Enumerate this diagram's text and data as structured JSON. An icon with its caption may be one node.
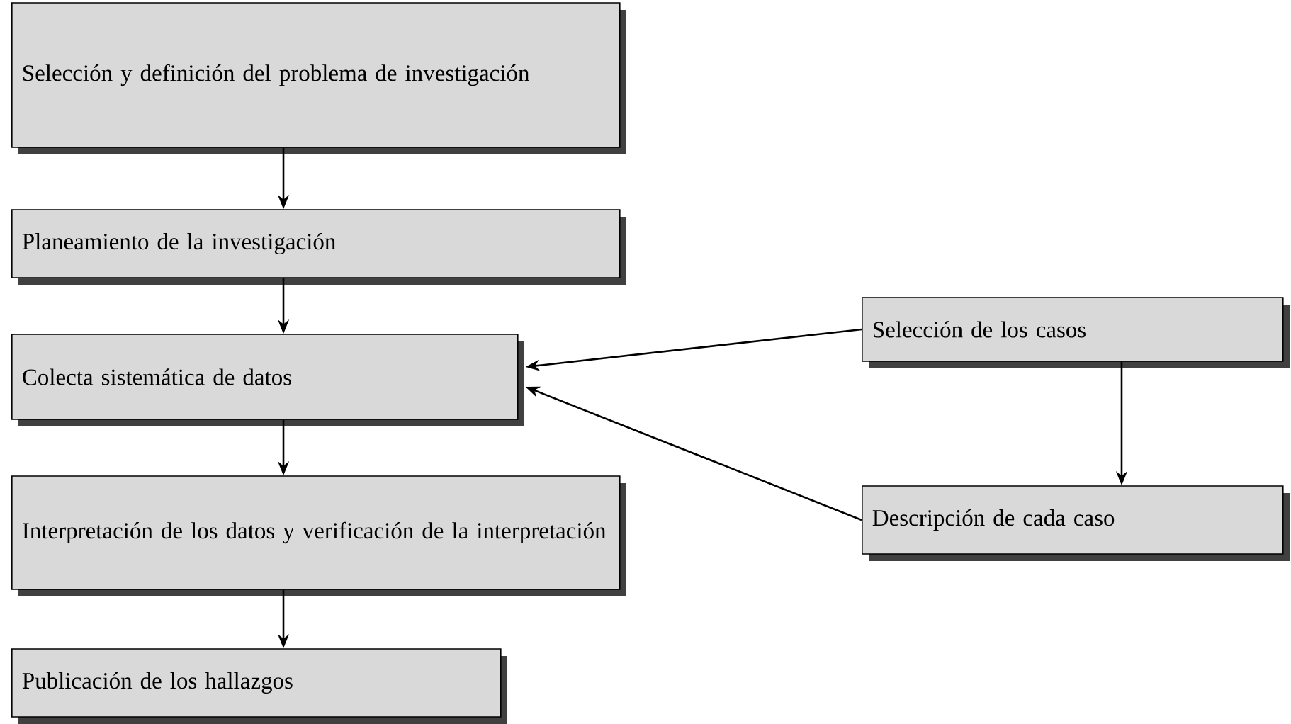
{
  "diagram": {
    "nodes": [
      {
        "text": [
          "Selección y definición del problema de investigación"
        ]
      },
      {
        "text": [
          "Planeamiento de la investigación"
        ]
      },
      {
        "text": [
          "Colecta sistemática de datos"
        ]
      },
      {
        "text": [
          "Interpretación de los datos y verificación de la interpretación"
        ]
      },
      {
        "text": [
          "Publicación de los hallazgos"
        ]
      },
      {
        "text": [
          "Selección de los casos"
        ]
      },
      {
        "text": [
          "Descripción de cada caso"
        ]
      }
    ],
    "edges": [
      {
        "from": 0,
        "to": 1,
        "arrow": "to"
      },
      {
        "from": 1,
        "to": 2,
        "arrow": "to"
      },
      {
        "from": 2,
        "to": 3,
        "arrow": "to"
      },
      {
        "from": 3,
        "to": 4,
        "arrow": "to"
      },
      {
        "from": 5,
        "to": 2,
        "arrow": "to"
      },
      {
        "from": 5,
        "to": 6,
        "arrow": "to"
      },
      {
        "from": 6,
        "to": 2,
        "arrow": "to"
      }
    ]
  }
}
